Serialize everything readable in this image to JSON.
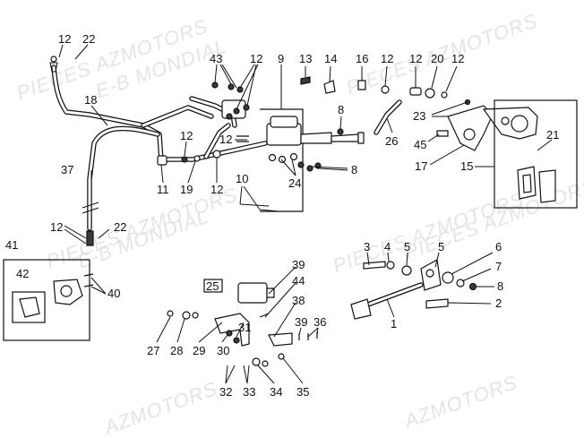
{
  "diagram": {
    "watermarks": [
      "PIECES AZMOTORS",
      "PIECES AZMOTORS",
      "E-B MONDIAL",
      "PIECES AZMOTORS",
      "E-B MONDIAL",
      "PIECES AZMOTORS",
      "PIECES AZMOTORS",
      "AZMOTORS",
      "AZMOTORS"
    ],
    "callouts": [
      "12",
      "22",
      "43",
      "12",
      "9",
      "13",
      "14",
      "16",
      "12",
      "12",
      "20",
      "12",
      "18",
      "8",
      "23",
      "21",
      "12",
      "12",
      "26",
      "45",
      "17",
      "15",
      "37",
      "11",
      "19",
      "12",
      "24",
      "8",
      "10",
      "12",
      "22",
      "3",
      "4",
      "5",
      "5",
      "6",
      "7",
      "8",
      "2",
      "41",
      "42",
      "40",
      "25",
      "39",
      "44",
      "38",
      "1",
      "39",
      "36",
      "27",
      "28",
      "29",
      "30",
      "31",
      "32",
      "33",
      "34",
      "35"
    ]
  }
}
